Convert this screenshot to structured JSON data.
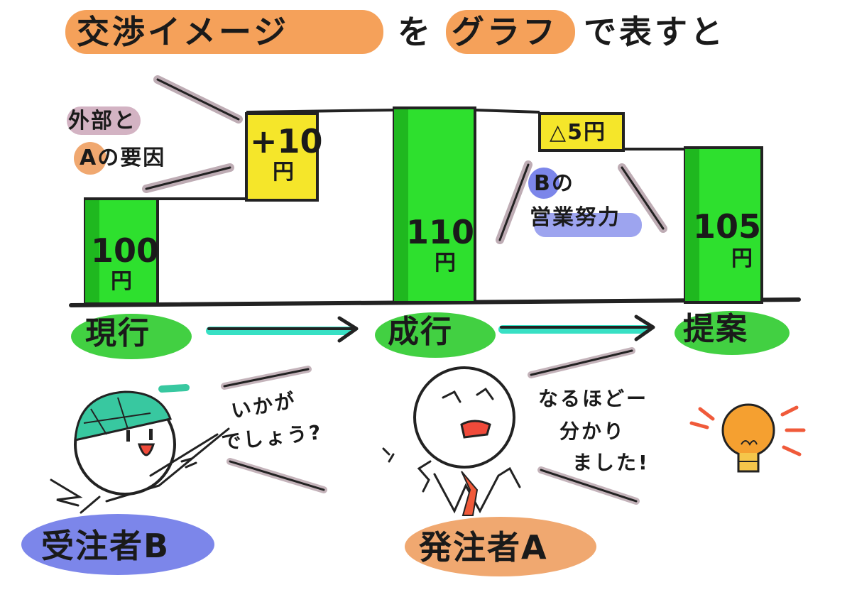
{
  "title": {
    "part1": "交渉イメージ",
    "part2": "を",
    "part3": "グラフ",
    "part4": "で表すと"
  },
  "bars": {
    "current": {
      "value": "100",
      "unit": "円"
    },
    "increase": {
      "value": "+10",
      "unit": "円"
    },
    "settled": {
      "value": "110",
      "unit": "円"
    },
    "decrease": {
      "value": "△5円"
    },
    "proposal": {
      "value": "105",
      "unit": "円"
    }
  },
  "stages": {
    "current": "現行",
    "settled": "成行",
    "proposal": "提案"
  },
  "notes": {
    "external_line1": "外部と",
    "external_line2": "Aの要因",
    "effort_line1": "Bの",
    "effort_line2": "営業努力"
  },
  "speech": {
    "contractor_line1": "いかが",
    "contractor_line2": "でしょう?",
    "orderer_line1": "なるほどー",
    "orderer_line2": "分かり",
    "orderer_line3": "ました!"
  },
  "roles": {
    "contractor": "受注者B",
    "orderer": "発注者A"
  },
  "colors": {
    "bar_green": "#2ee02e",
    "bar_green_dark": "#1fb81f",
    "bar_yellow": "#f5e62a",
    "title_orange": "#f5a15a",
    "stage_green": "#42d042",
    "arrow_teal": "#38e0c4",
    "blue_highlight": "#7c86ea",
    "orange_highlight": "#f0a870",
    "bulb_orange": "#f5a030"
  }
}
